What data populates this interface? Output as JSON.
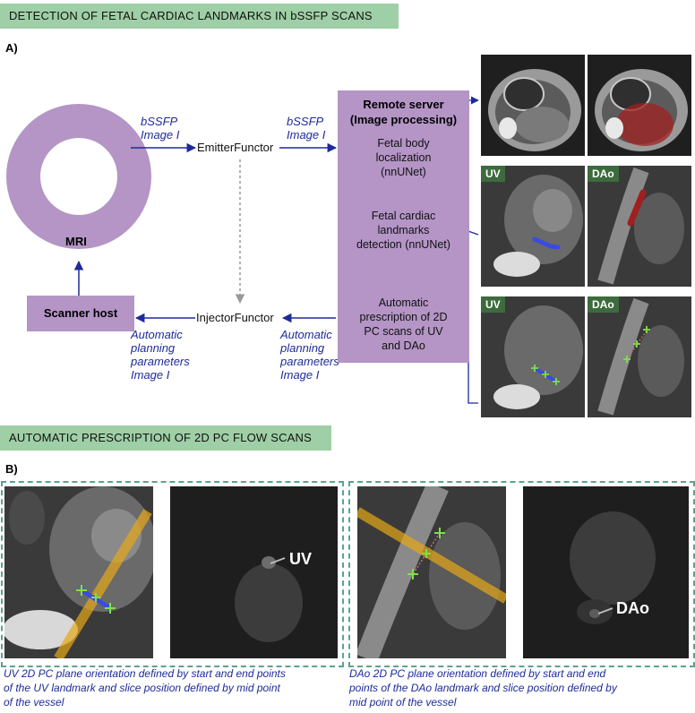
{
  "banner_top": "DETECTION OF FETAL CARDIAC LANDMARKS IN bSSFP SCANS",
  "panel_a": "A)",
  "mri_label": "MRI",
  "scanner_host": "Scanner host",
  "emitter": "EmitterFunctor",
  "injector": "InjectorFunctor",
  "bssfp_line1": "bSSFP",
  "bssfp_line2": "Image I",
  "auto_lines": [
    "Automatic",
    "planning",
    "parameters",
    "Image I"
  ],
  "server": {
    "title1": "Remote server",
    "title2": "(Image processing)",
    "step1": [
      "Fetal body",
      "localization",
      "(nnUNet)"
    ],
    "step2": [
      "Fetal cardiac",
      "landmarks",
      "detection (nnUNet)"
    ],
    "step3": [
      "Automatic",
      "prescription of 2D",
      "PC scans of UV",
      "and DAo"
    ]
  },
  "tags": {
    "uv": "UV",
    "dao": "DAo"
  },
  "banner_mid": "AUTOMATIC PRESCRIPTION OF 2D PC FLOW SCANS",
  "panel_b": "B)",
  "caption_uv": [
    "UV 2D PC plane orientation defined by start and end points",
    "of the UV landmark and slice position defined by mid point",
    "of the vessel"
  ],
  "caption_dao": [
    "DAo 2D PC plane orientation defined by start and end",
    "points of the DAo landmark and slice position defined by",
    "mid point of the vessel"
  ],
  "colors": {
    "purple": "#b495c6",
    "blue": "#1e2a9a",
    "green_banner": "#9fcfa6",
    "plane": "#e6a817",
    "cross": "#7ee04a"
  }
}
